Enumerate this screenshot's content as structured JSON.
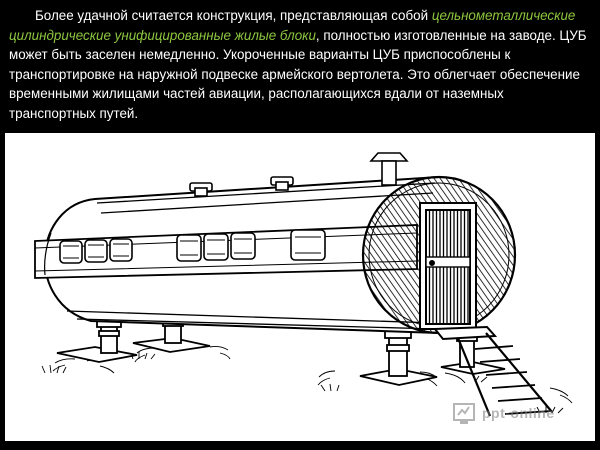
{
  "slide": {
    "paragraph": {
      "part1": "Более удачной считается конструкция, представляющая собой ",
      "highlight": "цельнометаллические цилиндрические унифицированные жилые блоки",
      "part2": ", полностью изготовленные на заводе. ЦУБ может быть заселен немедленно. Укороченные варианты ЦУБ приспособлены к транспортировке на наружной подвеске армейского вертолета. Это облегчает обеспечение временными жилищами частей авиации, располагающихся вдали от наземных транспортных путей."
    },
    "watermark": {
      "text": "ppt-online"
    },
    "colors": {
      "background": "#000000",
      "text": "#ffffff",
      "highlight": "#8dc63f"
    }
  }
}
